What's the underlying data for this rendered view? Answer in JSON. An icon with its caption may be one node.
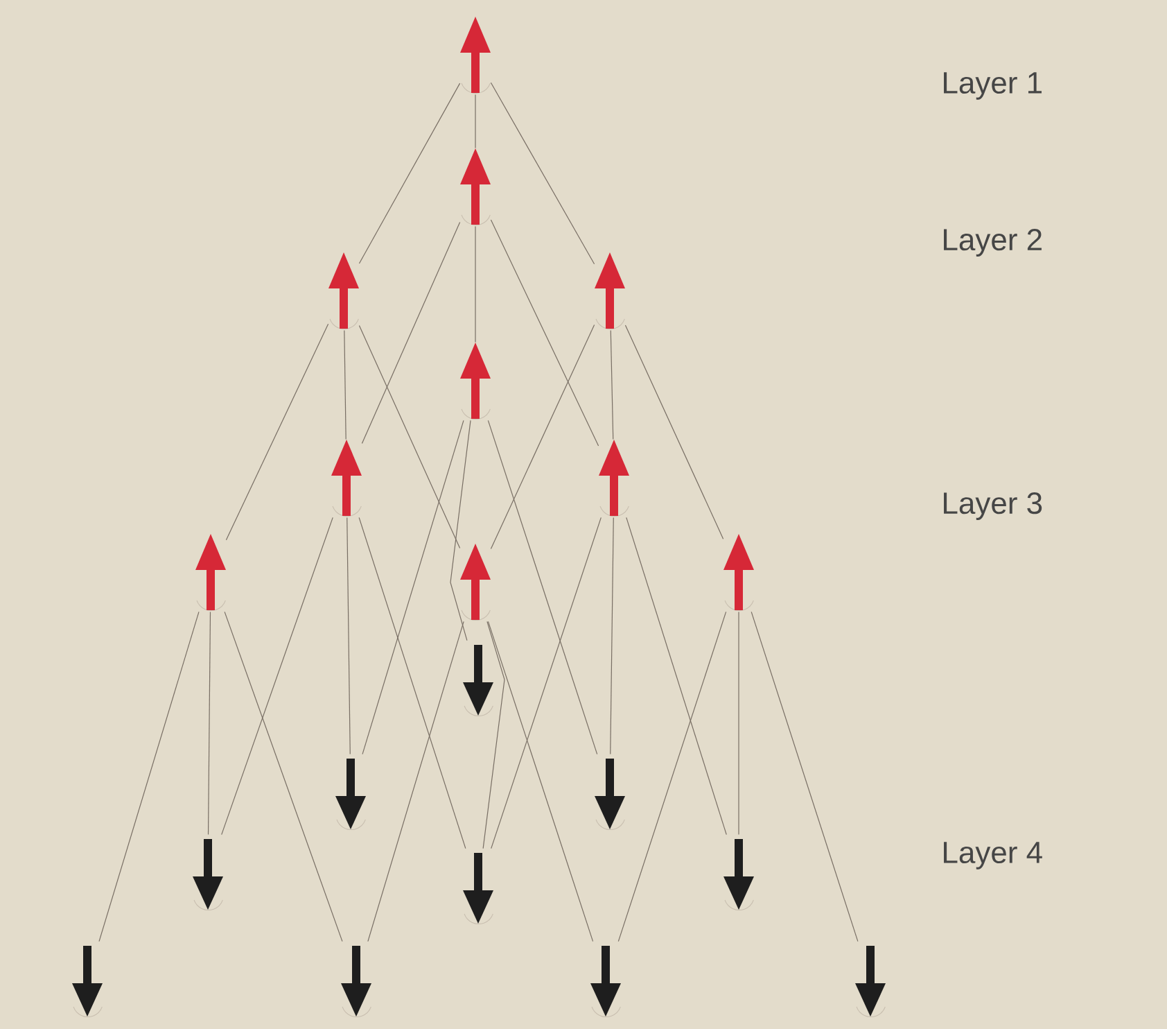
{
  "diagram": {
    "nodes": [
      {
        "text": [],
        "shape": "up-arrow"
      },
      {
        "text": [],
        "shape": "up-arrow"
      },
      {
        "text": [],
        "shape": "up-arrow"
      },
      {
        "text": [],
        "shape": "up-arrow"
      },
      {
        "text": [],
        "shape": "up-arrow"
      },
      {
        "text": [],
        "shape": "up-arrow"
      },
      {
        "text": [],
        "shape": "up-arrow"
      },
      {
        "text": [],
        "shape": "up-arrow"
      },
      {
        "text": [],
        "shape": "up-arrow"
      },
      {
        "text": [],
        "shape": "up-arrow"
      },
      {
        "text": [],
        "shape": "down-arrow"
      },
      {
        "text": [],
        "shape": "down-arrow"
      },
      {
        "text": [],
        "shape": "down-arrow"
      },
      {
        "text": [],
        "shape": "down-arrow"
      },
      {
        "text": [],
        "shape": "down-arrow"
      },
      {
        "text": [],
        "shape": "down-arrow"
      },
      {
        "text": [],
        "shape": "down-arrow"
      },
      {
        "text": [],
        "shape": "down-arrow"
      },
      {
        "text": [],
        "shape": "down-arrow"
      },
      {
        "text": [],
        "shape": "down-arrow"
      }
    ],
    "edges": [
      {
        "from": 0,
        "to": 1,
        "arrow": "none"
      },
      {
        "from": 0,
        "to": 2,
        "arrow": "none"
      },
      {
        "from": 0,
        "to": 3,
        "arrow": "none"
      },
      {
        "from": 1,
        "to": 4,
        "arrow": "none"
      },
      {
        "from": 1,
        "to": 5,
        "arrow": "none"
      },
      {
        "from": 1,
        "to": 6,
        "arrow": "none"
      },
      {
        "from": 2,
        "to": 5,
        "arrow": "none"
      },
      {
        "from": 2,
        "to": 7,
        "arrow": "none"
      },
      {
        "from": 2,
        "to": 8,
        "arrow": "none"
      },
      {
        "from": 3,
        "to": 6,
        "arrow": "none"
      },
      {
        "from": 3,
        "to": 8,
        "arrow": "none"
      },
      {
        "from": 3,
        "to": 9,
        "arrow": "none"
      },
      {
        "from": 4,
        "to": 10,
        "arrow": "none"
      },
      {
        "from": 4,
        "to": 11,
        "arrow": "none"
      },
      {
        "from": 4,
        "to": 12,
        "arrow": "none"
      },
      {
        "from": 5,
        "to": 11,
        "arrow": "none"
      },
      {
        "from": 5,
        "to": 13,
        "arrow": "none"
      },
      {
        "from": 5,
        "to": 14,
        "arrow": "none"
      },
      {
        "from": 6,
        "to": 12,
        "arrow": "none"
      },
      {
        "from": 6,
        "to": 14,
        "arrow": "none"
      },
      {
        "from": 6,
        "to": 15,
        "arrow": "none"
      },
      {
        "from": 7,
        "to": 13,
        "arrow": "none"
      },
      {
        "from": 7,
        "to": 16,
        "arrow": "none"
      },
      {
        "from": 7,
        "to": 17,
        "arrow": "none"
      },
      {
        "from": 8,
        "to": 14,
        "arrow": "none"
      },
      {
        "from": 8,
        "to": 17,
        "arrow": "none"
      },
      {
        "from": 8,
        "to": 18,
        "arrow": "none"
      },
      {
        "from": 9,
        "to": 15,
        "arrow": "none"
      },
      {
        "from": 9,
        "to": 18,
        "arrow": "none"
      },
      {
        "from": 9,
        "to": 19,
        "arrow": "none"
      }
    ],
    "labels": [
      "Layer 1",
      "Layer 2",
      "Layer 3",
      "Layer 4"
    ]
  }
}
